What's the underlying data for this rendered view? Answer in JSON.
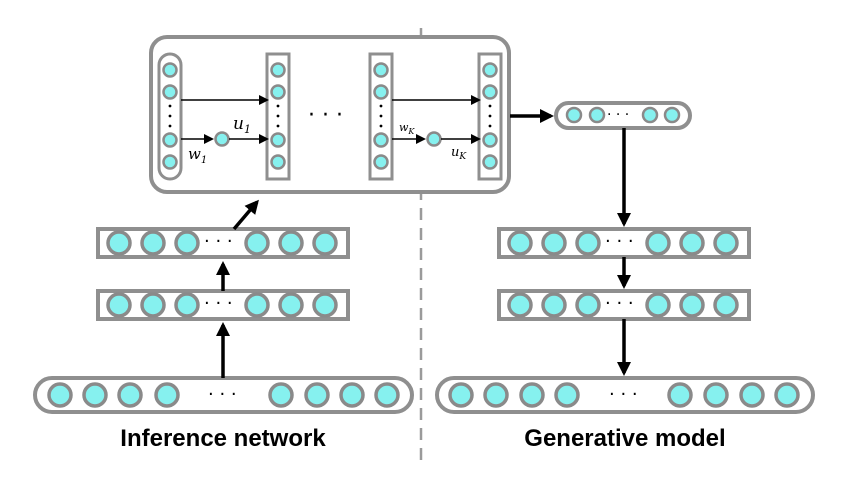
{
  "captions": {
    "inference": "Inference network",
    "generative": "Generative model"
  },
  "flow_labels": {
    "u1": "u",
    "u1_sub": "1",
    "w1": "w",
    "w1_sub": "1",
    "wK": "w",
    "wK_sub": "K",
    "uK": "u",
    "uK_sub": "K"
  },
  "colors": {
    "node_fill": "#86f1ef",
    "outline": "#8f8f8f"
  }
}
